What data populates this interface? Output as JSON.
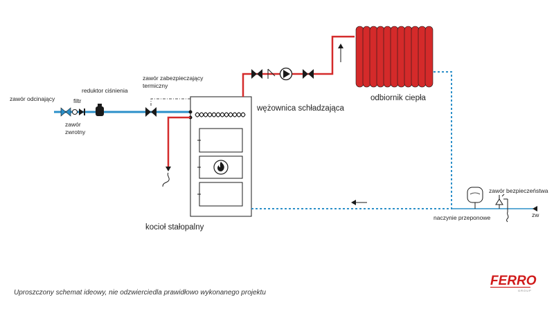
{
  "labels": {
    "shutoff_valve": "zawór odcinający",
    "filter": "filtr",
    "pressure_reducer": "reduktor ciśnienia",
    "check_valve_line1": "zawór",
    "check_valve_line2": "zwrotny",
    "thermal_valve_line1": "zawór zabezpieczający",
    "thermal_valve_line2": "termiczny",
    "cooling_coil": "wężownica schładzająca",
    "heat_receiver": "odbiornik ciepła",
    "boiler": "kocioł stałopalny",
    "expansion_vessel": "naczynie przeponowe",
    "safety_valve": "zawór bezpieczeństwa",
    "cold_water": "zw"
  },
  "note": "Uproszczony schemat ideowy, nie odzwierciedla prawidłowo wykonanego projektu",
  "logo": {
    "text": "FERRO",
    "subtext": "GROUP"
  },
  "colors": {
    "supply": "#d42a2a",
    "cold_water_pipe": "#2b8fc9",
    "return_dashed": "#2b8fc9",
    "component": "#1a1a1a",
    "radiator": "#d42a2a",
    "logo": "#d01a1a"
  }
}
